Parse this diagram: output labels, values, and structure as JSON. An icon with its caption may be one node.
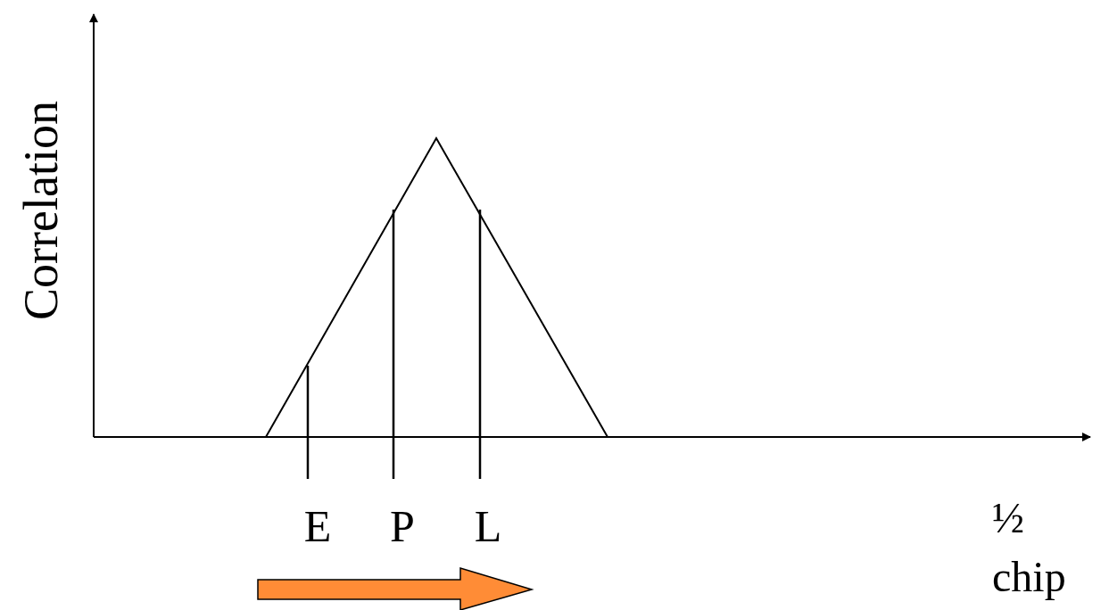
{
  "diagram": {
    "labels": [
      "Correlation",
      "E",
      "P",
      "L",
      "½ chip"
    ]
  }
}
